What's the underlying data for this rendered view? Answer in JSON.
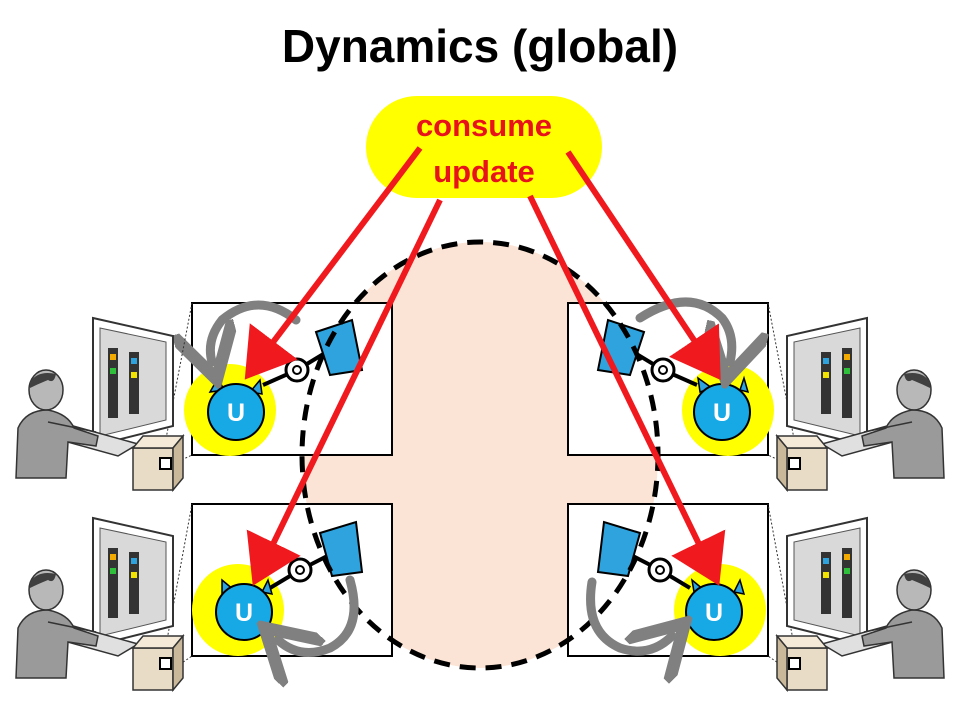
{
  "title": "Dynamics (global)",
  "bubble": {
    "line1": "consume",
    "line2": "update"
  },
  "node_label": "U",
  "colors": {
    "arrow_red": "#f0191e",
    "loop_gray": "#808080",
    "shared_region": "#fbe4d5",
    "bubble_yellow": "#ffff00",
    "node_blue": "#17a9e5",
    "prism_blue": "#2fa3de"
  },
  "icons": [
    "user-at-computer-icon",
    "desktop-tower-icon",
    "monitor-icon"
  ]
}
